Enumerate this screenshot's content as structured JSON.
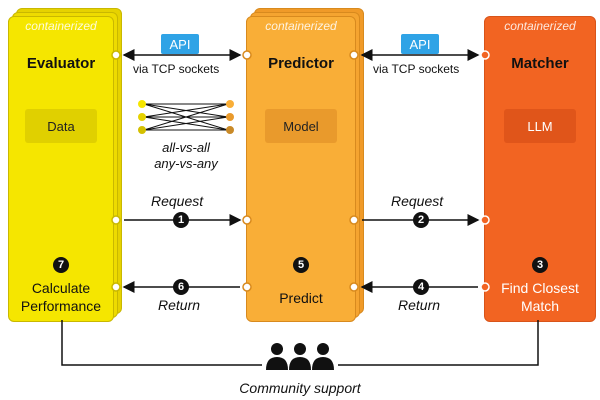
{
  "evaluator": {
    "container_label": "containerized",
    "title": "Evaluator",
    "inner_label": "Data",
    "bottom_line1": "Calculate",
    "bottom_line2": "Performance",
    "step": "7",
    "color": "#f5e600"
  },
  "predictor": {
    "container_label": "containerized",
    "title": "Predictor",
    "inner_label": "Model",
    "bottom_line1": "Predict",
    "step": "5",
    "color": "#f9ae37"
  },
  "matcher": {
    "container_label": "containerized",
    "title": "Matcher",
    "inner_label": "LLM",
    "bottom_line1": "Find Closest",
    "bottom_line2": "Match",
    "step": "3",
    "color": "#f26422"
  },
  "api_left": {
    "badge": "API",
    "sub": "via TCP sockets"
  },
  "api_right": {
    "badge": "API",
    "sub": "via TCP sockets"
  },
  "modes": {
    "line1": "all-vs-all",
    "line2": "any-vs-any"
  },
  "flow": {
    "request_left": {
      "label": "Request",
      "step": "1"
    },
    "request_right": {
      "label": "Request",
      "step": "2"
    },
    "return_right": {
      "label": "Return",
      "step": "4"
    },
    "return_left": {
      "label": "Return",
      "step": "6"
    }
  },
  "community": {
    "label": "Community support",
    "icon": "people-icon"
  }
}
